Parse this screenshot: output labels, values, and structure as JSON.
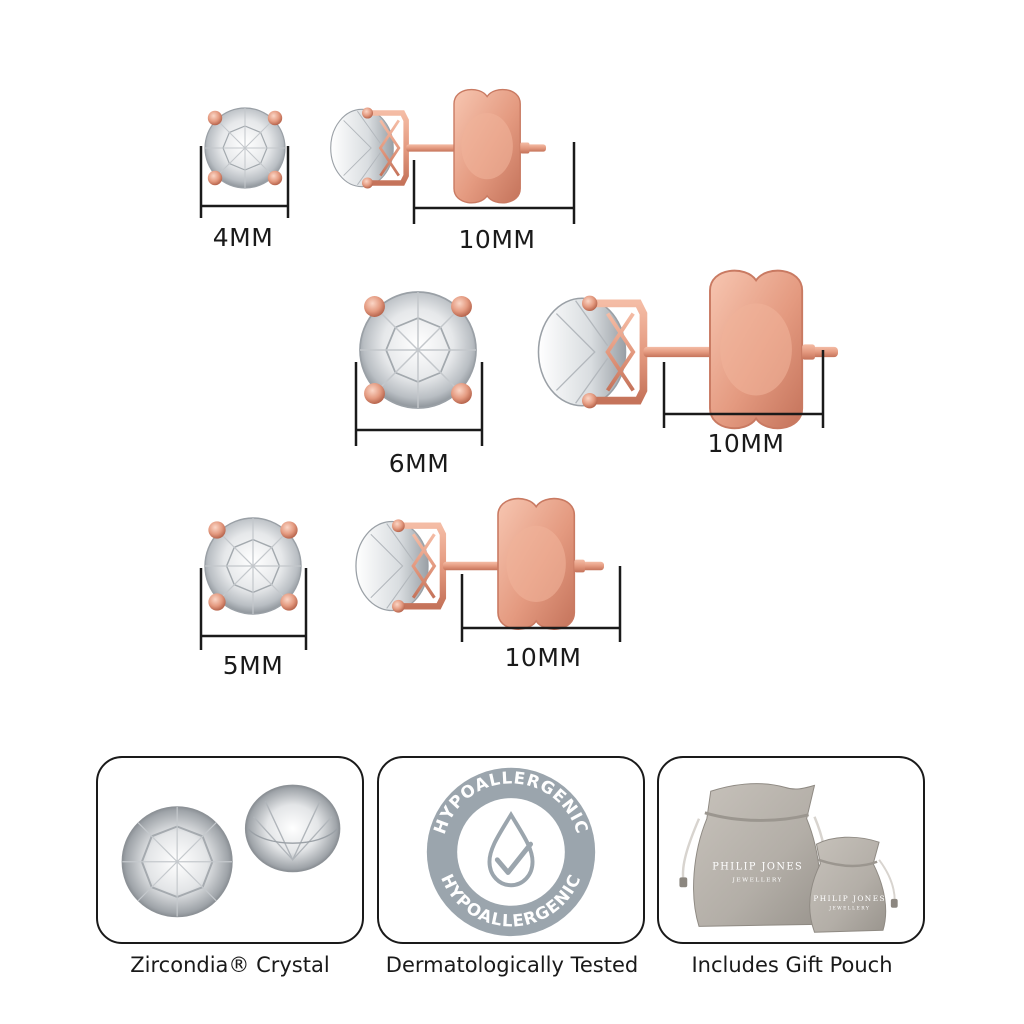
{
  "sizes": [
    {
      "stud_size": "4MM",
      "post_length": "10MM"
    },
    {
      "stud_size": "6MM",
      "post_length": "10MM"
    },
    {
      "stud_size": "5MM",
      "post_length": "10MM"
    }
  ],
  "features": [
    {
      "label": "Zircondia® Crystal",
      "icon": "crystal-icon"
    },
    {
      "label": "Dermatologically Tested",
      "icon": "hypoallergenic-badge-icon",
      "badge_text_top": "HYPOALLERGENIC",
      "badge_text_bottom": "HYPOALLERGENIC"
    },
    {
      "label": "Includes Gift Pouch",
      "icon": "gift-pouch-icon",
      "pouch_brand": "PHILIP JONES",
      "pouch_sub": "JEWELLERY"
    }
  ],
  "colors": {
    "rose_gold": "#e49a80",
    "rose_gold_dark": "#c5735a",
    "badge_grey": "#9ba5ad",
    "pouch_grey": "#b7b2ab",
    "text": "#1a1a1a"
  }
}
